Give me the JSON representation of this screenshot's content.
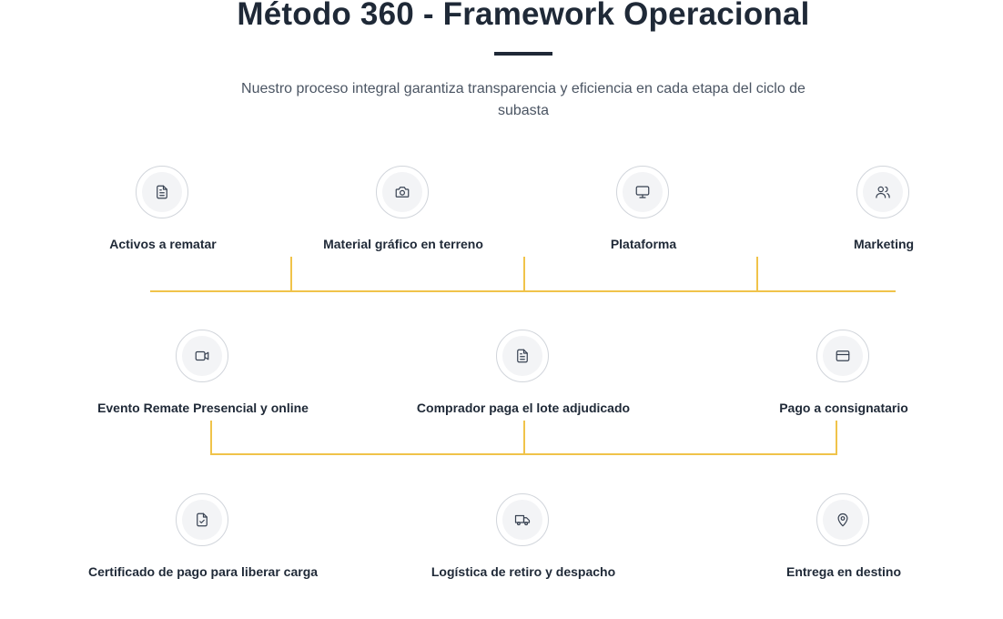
{
  "header": {
    "title": "Método 360 - Framework Operacional",
    "subtitle": "Nuestro proceso integral garantiza transparencia y eficiencia en cada etapa del ciclo de subasta"
  },
  "colors": {
    "connector": "#f0c34a",
    "title": "#1f2937",
    "icon_bg": "#f3f4f6"
  },
  "steps": {
    "row1": [
      {
        "label": "Activos a rematar",
        "icon": "document-icon"
      },
      {
        "label": "Material gráfico en terreno",
        "icon": "camera-icon"
      },
      {
        "label": "Plataforma",
        "icon": "monitor-icon"
      },
      {
        "label": "Marketing",
        "icon": "users-icon"
      }
    ],
    "row2": [
      {
        "label": "Evento Remate Presencial y online",
        "icon": "video-icon"
      },
      {
        "label": "Comprador paga el lote adjudicado",
        "icon": "document-icon"
      },
      {
        "label": "Pago a consignatario",
        "icon": "credit-card-icon"
      }
    ],
    "row3": [
      {
        "label": "Certificado de pago para liberar carga",
        "icon": "file-check-icon"
      },
      {
        "label": "Logística de retiro y despacho",
        "icon": "truck-icon"
      },
      {
        "label": "Entrega en destino",
        "icon": "map-pin-icon"
      }
    ]
  }
}
